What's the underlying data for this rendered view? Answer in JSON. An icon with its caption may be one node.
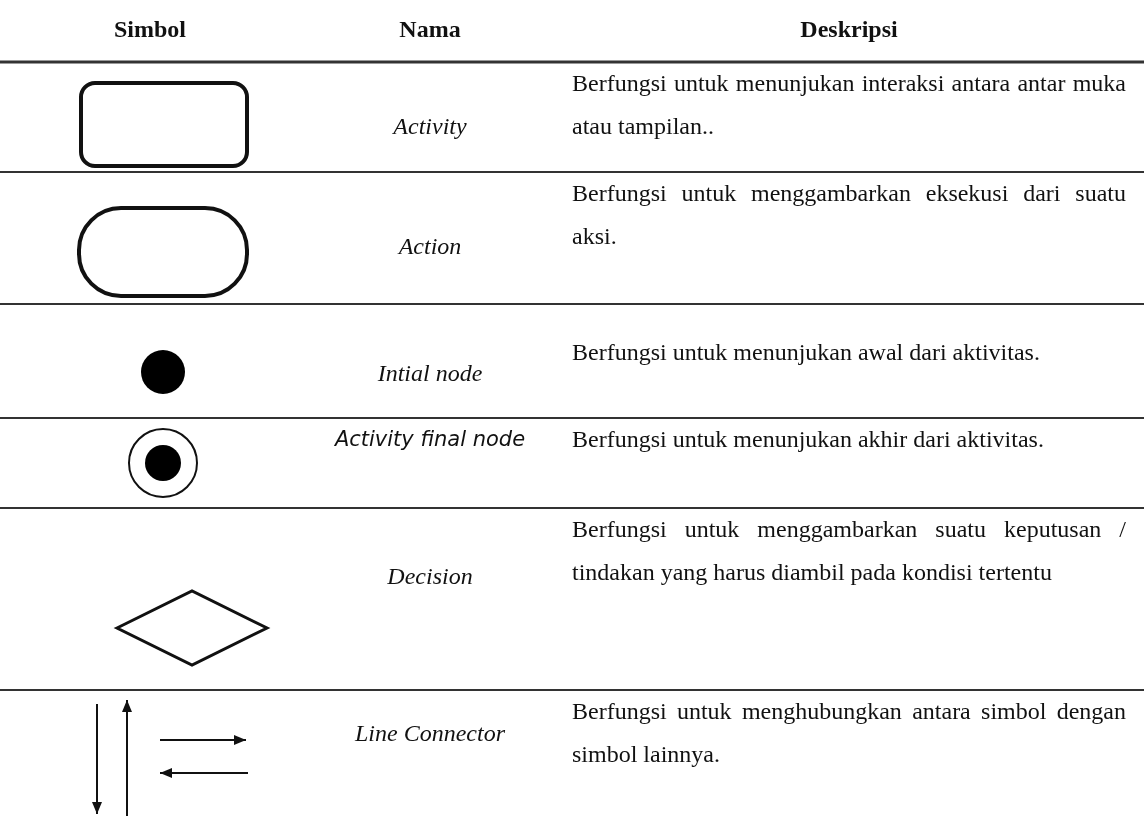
{
  "diagram": {
    "labels": [
      "Simbol",
      "Nama",
      "Deskripsi",
      "Activity",
      "Berfungsi untuk menunjukan interaksi antara antar muka atau tampilan..",
      "Action",
      "Berfungsi untuk menggambarkan eksekusi dari suatu aksi.",
      "Intial node",
      "Berfungsi untuk menunjukan awal dari aktivitas.",
      "Activity final node",
      "Berfungsi untuk menunjukan akhir dari aktivitas.",
      "Decision",
      "Berfungsi untuk menggambarkan suatu keputusan / tindakan yang harus diambil pada kondisi tertentu",
      "Line Connector",
      "Berfungsi untuk menghubungkan antara simbol dengan simbol lainnya."
    ]
  }
}
